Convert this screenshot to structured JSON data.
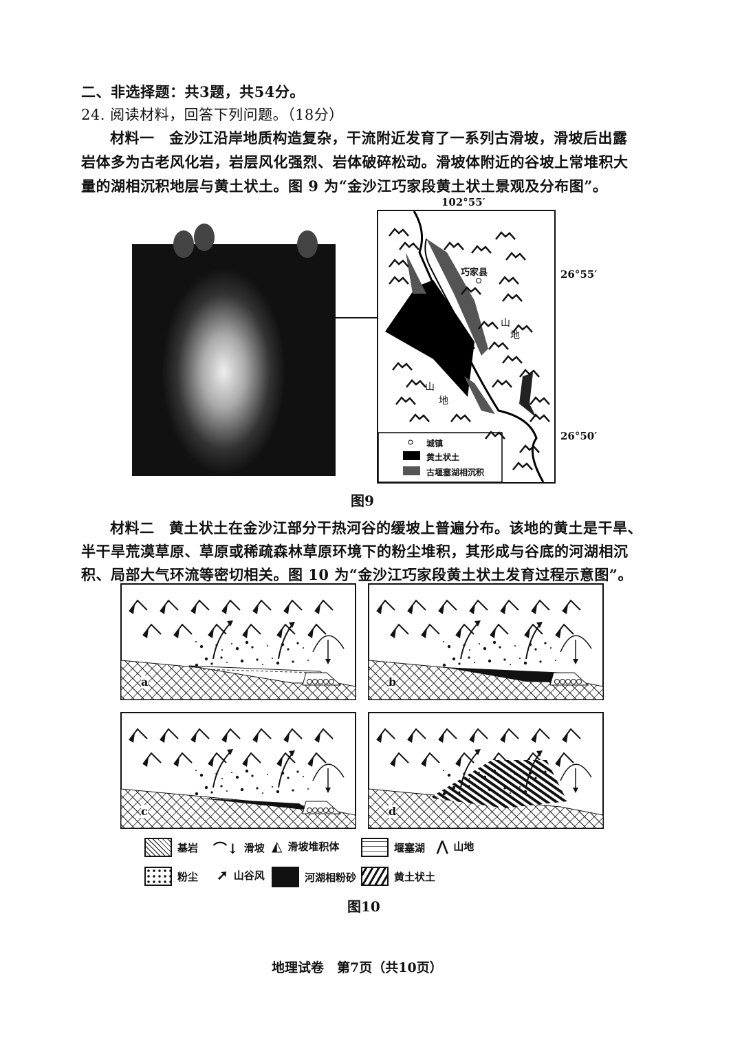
{
  "section_heading": "二、非选择题：共3题，共54分。",
  "question": {
    "title": "24. 阅读材料，回答下列问题。（18分）",
    "material1": [
      "材料一　金沙江沿岸地质构造复杂，干流附近发育了一系列古滑坡，滑坡后出露",
      "岩体多为古老风化岩，岩层风化强烈、岩体破碎松动。滑坡体附近的谷坡上常堆积大",
      "量的湖相沉积地层与黄土状土。图 9 为“金沙江巧家段黄土状土景观及分布图”。"
    ],
    "material2": [
      "材料二　黄土状土在金沙江部分干热河谷的缓坡上普遍分布。该地的黄土是干旱、",
      "半干旱荒漠草原、草原或稀疏森林草原环境下的粉尘堆积，其形成与谷底的河湖相沉",
      "积、局部大气环流等密切相关。图 10 为“金沙江巧家段黄土状土发育过程示意图”。"
    ]
  },
  "figure9": {
    "caption": "图9",
    "longitude": "102°55′",
    "lat_north": "26°55′",
    "lat_south": "26°50′",
    "town": "巧家县",
    "region_labels": [
      "山",
      "地",
      "山",
      "地"
    ],
    "legend": [
      "城镇",
      "黄土状土",
      "古堰塞湖相沉积"
    ]
  },
  "figure10": {
    "caption": "图10",
    "panels": [
      "a",
      "b",
      "c",
      "d"
    ],
    "legend": [
      "基岩",
      "滑坡",
      "滑坡堆积体",
      "堰塞湖",
      "山地",
      "粉尘",
      "山谷风",
      "河湖相粉砂",
      "黄土状土"
    ]
  },
  "footer": "地理试卷　第7页（共10页）"
}
